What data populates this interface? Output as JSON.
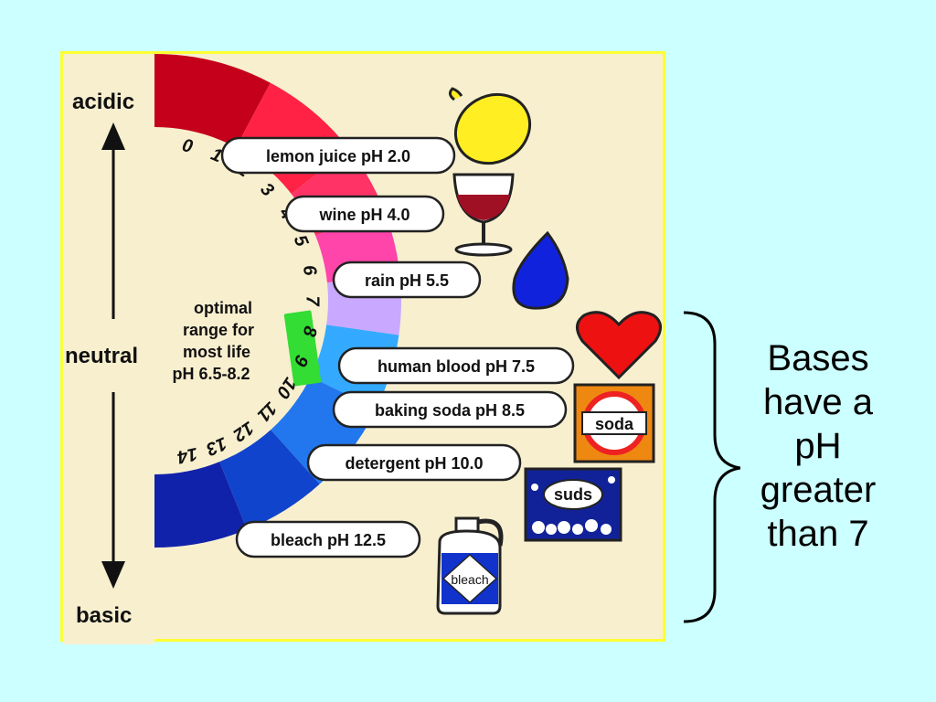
{
  "figure": {
    "axis_labels": {
      "top": "acidic",
      "middle": "neutral",
      "bottom": "basic"
    },
    "optimal_note": {
      "lines": [
        "optimal",
        "range for",
        "most life",
        "pH 6.5-8.2"
      ]
    },
    "scale_numbers": [
      "0",
      "1",
      "2",
      "3",
      "4",
      "5",
      "6",
      "7",
      "8",
      "9",
      "10",
      "11",
      "12",
      "13",
      "14"
    ],
    "substances": [
      {
        "label": "lemon juice pH 2.0",
        "icon": "lemon-icon"
      },
      {
        "label": "wine pH 4.0",
        "icon": "wine-glass-icon"
      },
      {
        "label": "rain pH 5.5",
        "icon": "raindrop-icon"
      },
      {
        "label": "human blood pH 7.5",
        "icon": "heart-icon"
      },
      {
        "label": "baking soda pH 8.5",
        "icon": "soda-box-icon"
      },
      {
        "label": "detergent pH 10.0",
        "icon": "suds-box-icon"
      },
      {
        "label": "bleach pH 12.5",
        "icon": "bleach-jug-icon"
      }
    ],
    "icon_texts": {
      "soda": "soda",
      "suds": "suds",
      "bleach": "bleach"
    },
    "colors": {
      "acid_dark": "#c4001a",
      "acid": "#ff2244",
      "pink": "#ff44aa",
      "neutral": "#c9a8ff",
      "blue_light": "#33aaff",
      "blue_dark": "#1122aa",
      "optimal_highlight": "#33dd33"
    }
  },
  "side_note": {
    "text": "Bases\nhave a\npH\ngreater\nthan 7"
  }
}
